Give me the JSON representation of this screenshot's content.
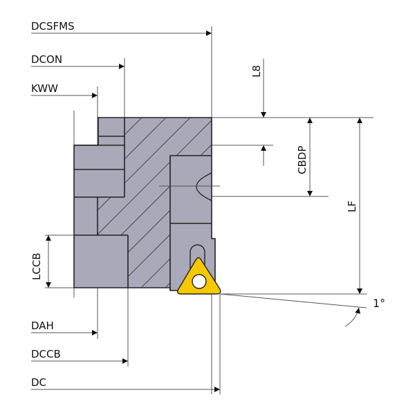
{
  "labels": {
    "dcsfms": "DCSFMS",
    "dcon": "DCON",
    "kww": "KWW",
    "l8": "L8",
    "cbdp": "CBDP",
    "lf": "LF",
    "lccb": "LCCB",
    "dah": "DAH",
    "dccb": "DCCB",
    "dc": "DC",
    "angle": "1°"
  },
  "colors": {
    "body": "#aaa9b9",
    "insert": "#f5c800"
  }
}
